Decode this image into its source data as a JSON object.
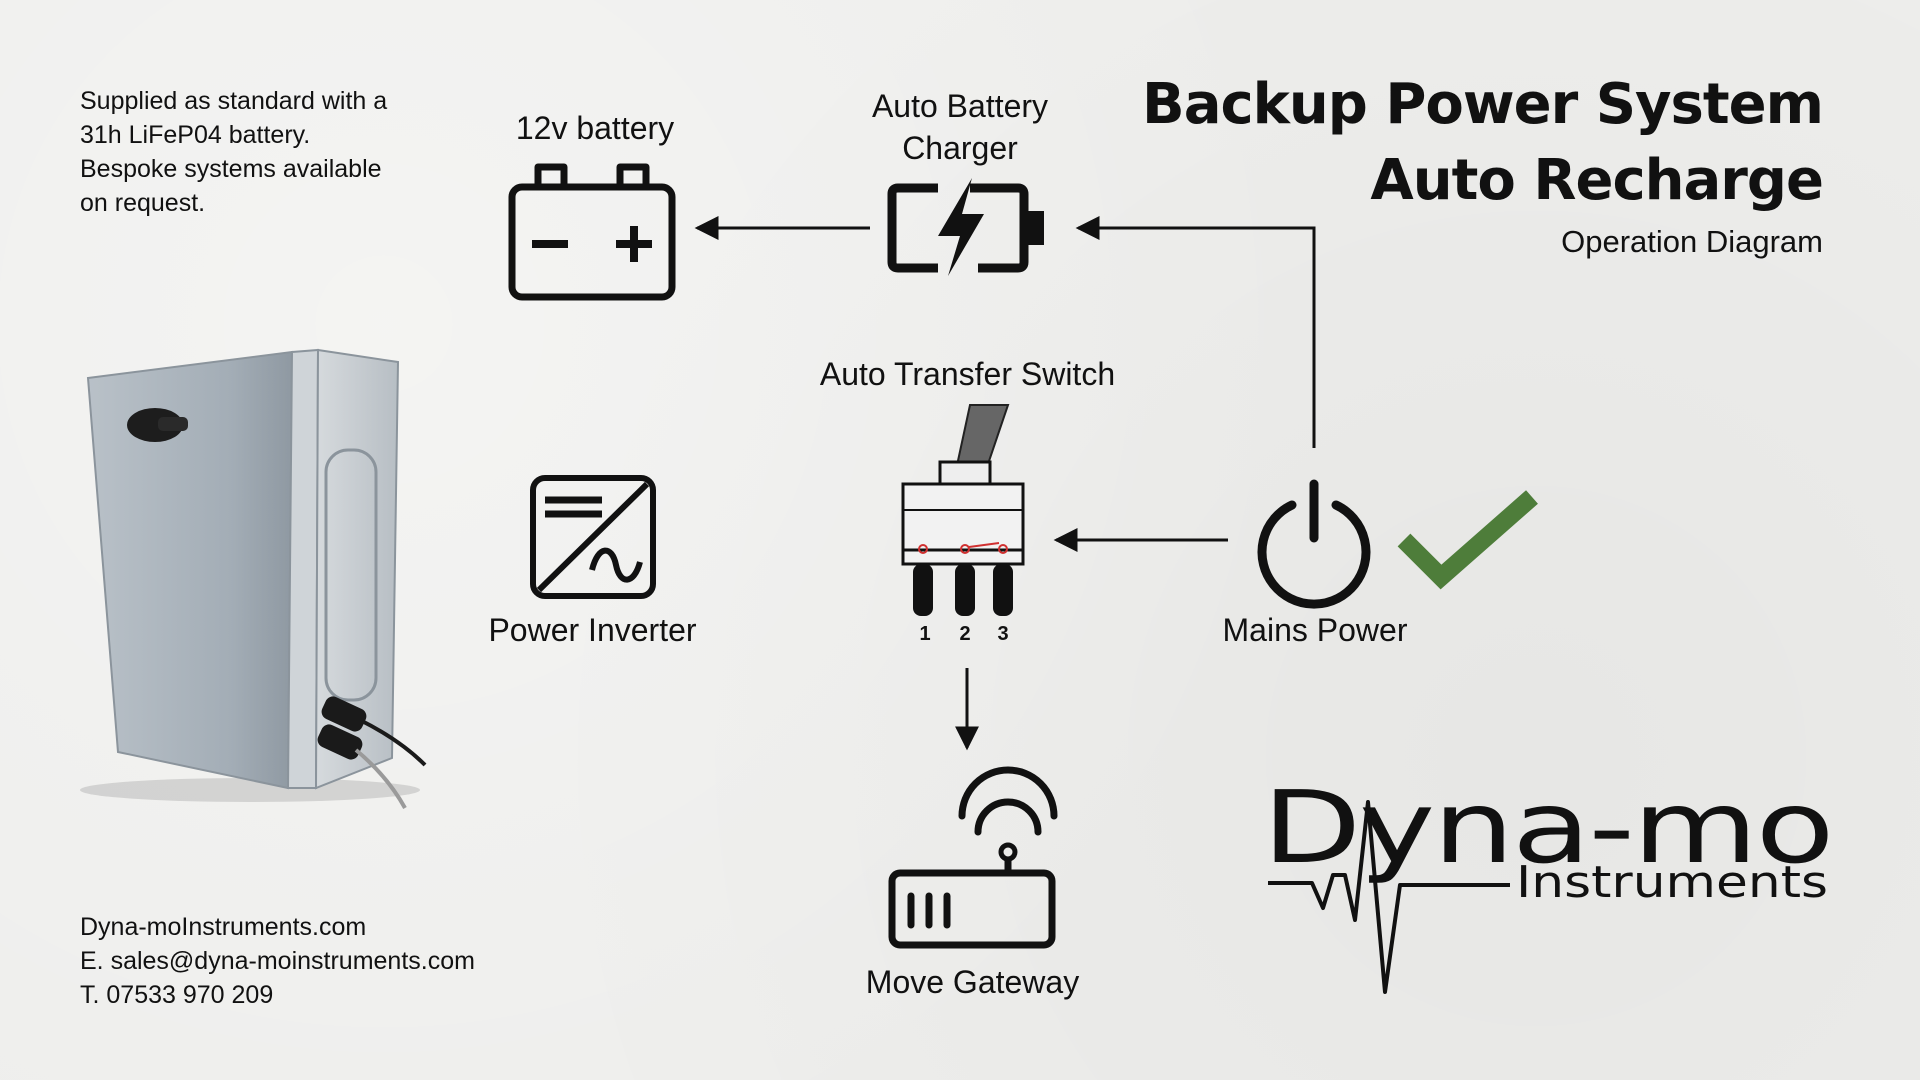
{
  "intro_note": {
    "lines": [
      "Supplied as standard with a",
      "31h LiFeP04 battery.",
      "Bespoke systems available",
      "on request."
    ]
  },
  "title": {
    "line1": "Backup Power System",
    "line2": "Auto Recharge",
    "subtitle": "Operation Diagram"
  },
  "nodes": {
    "battery": {
      "label": "12v battery",
      "icon": "battery-icon"
    },
    "charger": {
      "label_line1": "Auto Battery",
      "label_line2": "Charger",
      "icon": "battery-charging-icon"
    },
    "transfer_switch": {
      "label": "Auto Transfer Switch",
      "icon": "toggle-switch-icon",
      "terminals": [
        "1",
        "2",
        "3"
      ]
    },
    "inverter": {
      "label": "Power Inverter",
      "icon": "inverter-icon"
    },
    "mains": {
      "label": "Mains Power",
      "icon": "power-icon",
      "status_icon": "checkmark-icon"
    },
    "gateway": {
      "label": "Move Gateway",
      "icon": "router-wifi-icon"
    }
  },
  "contact": {
    "website": "Dyna-moInstruments.com",
    "email": "E. sales@dyna-moinstruments.com",
    "phone": "T. 07533 970 209"
  },
  "logo": {
    "name": "Dyna-mo",
    "tagline": "Instruments"
  },
  "colors": {
    "background": "#eeeeec",
    "ink": "#111111",
    "check": "#4e7d3a",
    "switch_detail": "#d03030",
    "enclosure": "#a9b3bb"
  }
}
